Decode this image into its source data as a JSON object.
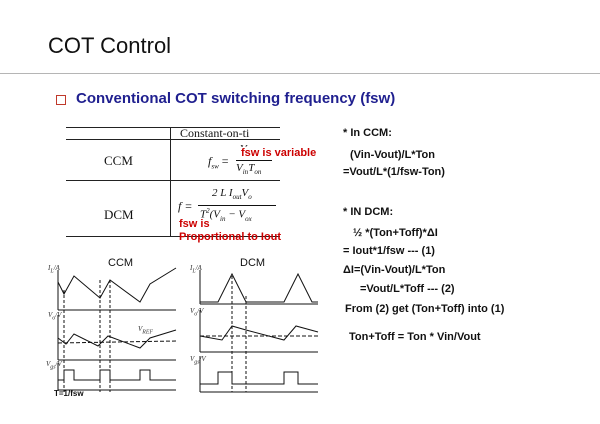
{
  "slide": {
    "title": "COT Control",
    "subtitle": "Conventional COT switching frequency (fsw)"
  },
  "table": {
    "header": "Constant-on-ti",
    "row1_label": "CCM",
    "row2_label": "DCM",
    "ccm_formula": {
      "lhs": "f",
      "sub": "sw",
      "num": "V",
      "num_sub": "o",
      "den": "V",
      "den_sub": "in",
      "den2": "T",
      "den2_sub": "on"
    },
    "dcm_formula": {
      "lhs": "f =",
      "num": "2 L I",
      "num_sub": "out",
      "num_v": "V",
      "num_v_sub": "o",
      "den": "T",
      "den_sup": "2",
      "den_rest": "(V",
      "den_in": "in",
      "den_minus": " − V",
      "den_out": "ox"
    }
  },
  "notes": {
    "ccm_note": "fsw is variable",
    "dcm_note_1": "fsw is",
    "dcm_note_2": "Proportional to Iout"
  },
  "right_text": {
    "ccm_header": "* In CCM:",
    "ccm_l1": "(Vin-Vout)/L*Ton",
    "ccm_l2": "=Vout/L*(1/fsw-Ton)",
    "dcm_header": "* IN DCM:",
    "dcm_l1": "½ *(Ton+Toff)*ΔI",
    "dcm_l2": "= Iout*1/fsw --- (1)",
    "dcm_l3": "ΔI=(Vin-Vout)/L*Ton",
    "dcm_l4": "=Vout/L*Toff   --- (2)",
    "dcm_l5": "From (2) get (Ton+Toff) into (1)",
    "result": "Ton+Toff = Ton * Vin/Vout"
  },
  "waveforms": {
    "ccm_label": "CCM",
    "dcm_label": "DCM",
    "period_label": "T=1/fsw",
    "il_axis": "I",
    "il_sub": "L",
    "il_unit": "/A",
    "vo_axis": "V",
    "vo_sub": "o",
    "vo_unit": "/V",
    "vgs_axis": "V",
    "vgs_sub": "gs",
    "vgs_unit": "/V",
    "vref_label": "V",
    "vref_sub": "REF"
  }
}
